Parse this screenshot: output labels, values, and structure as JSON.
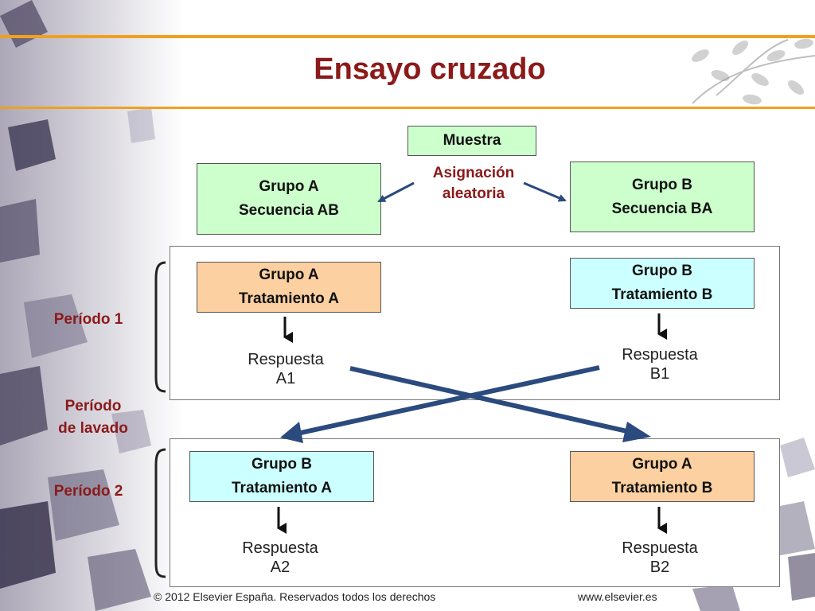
{
  "title": "Ensayo cruzado",
  "colors": {
    "title": "#8b1a1a",
    "accent_line": "#f0a020",
    "green_box": "#ccffcc",
    "orange_box": "#fcd0a1",
    "cyan_box": "#ccffff",
    "cross_arrow": "#2b4a7e"
  },
  "muestra": "Muestra",
  "asignacion": {
    "line1": "Asignación",
    "line2": "aleatoria"
  },
  "grupo_a_seq": {
    "line1": "Grupo A",
    "line2": "Secuencia AB"
  },
  "grupo_b_seq": {
    "line1": "Grupo B",
    "line2": "Secuencia BA"
  },
  "periodo1": {
    "label": "Período 1",
    "left_box": {
      "line1": "Grupo A",
      "line2": "Tratamiento A"
    },
    "right_box": {
      "line1": "Grupo B",
      "line2": "Tratamiento B"
    },
    "left_resp": {
      "line1": "Respuesta",
      "line2": "A1"
    },
    "right_resp": {
      "line1": "Respuesta",
      "line2": "B1"
    }
  },
  "lavado": {
    "line1": "Período",
    "line2": "de lavado"
  },
  "periodo2": {
    "label": "Período 2",
    "left_box": {
      "line1": "Grupo B",
      "line2": "Tratamiento A"
    },
    "right_box": {
      "line1": "Grupo A",
      "line2": "Tratamiento B"
    },
    "left_resp": {
      "line1": "Respuesta",
      "line2": "A2"
    },
    "right_resp": {
      "line1": "Respuesta",
      "line2": "B2"
    }
  },
  "footer": {
    "copyright": "© 2012 Elsevier España. Reservados todos los derechos",
    "website": "www.elsevier.es"
  }
}
